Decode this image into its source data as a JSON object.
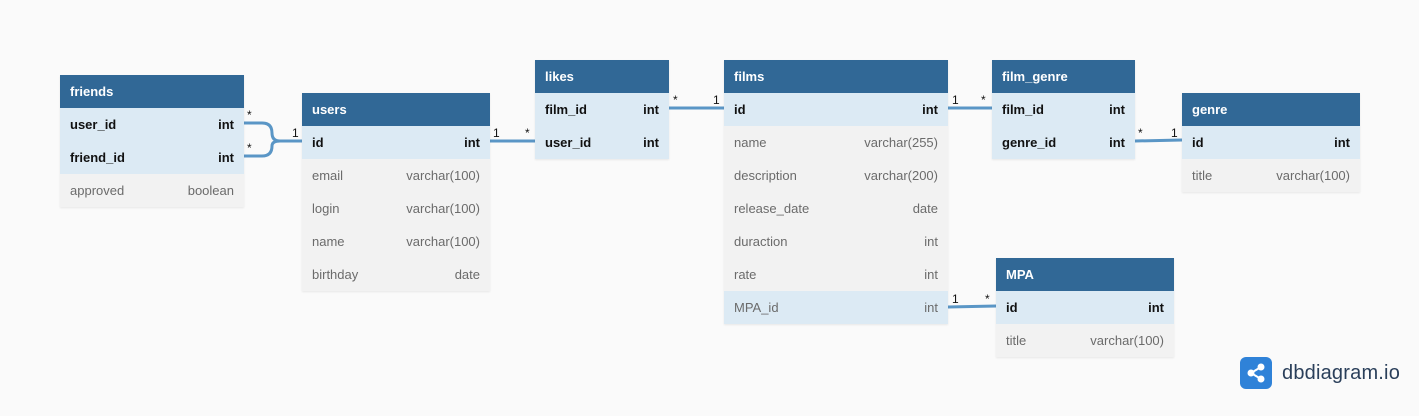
{
  "colors": {
    "header": "#316896",
    "key_row": "#dceaf4",
    "row": "#f2f2f2",
    "line": "#5a96c6",
    "brand": "#2f82d8"
  },
  "tables": {
    "friends": {
      "title": "friends",
      "fields": [
        {
          "name": "user_id",
          "type": "int"
        },
        {
          "name": "friend_id",
          "type": "int"
        },
        {
          "name": "approved",
          "type": "boolean"
        }
      ]
    },
    "users": {
      "title": "users",
      "fields": [
        {
          "name": "id",
          "type": "int"
        },
        {
          "name": "email",
          "type": "varchar(100)"
        },
        {
          "name": "login",
          "type": "varchar(100)"
        },
        {
          "name": "name",
          "type": "varchar(100)"
        },
        {
          "name": "birthday",
          "type": "date"
        }
      ]
    },
    "likes": {
      "title": "likes",
      "fields": [
        {
          "name": "film_id",
          "type": "int"
        },
        {
          "name": "user_id",
          "type": "int"
        }
      ]
    },
    "films": {
      "title": "films",
      "fields": [
        {
          "name": "id",
          "type": "int"
        },
        {
          "name": "name",
          "type": "varchar(255)"
        },
        {
          "name": "description",
          "type": "varchar(200)"
        },
        {
          "name": "release_date",
          "type": "date"
        },
        {
          "name": "duraction",
          "type": "int"
        },
        {
          "name": "rate",
          "type": "int"
        },
        {
          "name": "MPA_id",
          "type": "int"
        }
      ]
    },
    "film_genre": {
      "title": "film_genre",
      "fields": [
        {
          "name": "film_id",
          "type": "int"
        },
        {
          "name": "genre_id",
          "type": "int"
        }
      ]
    },
    "genre": {
      "title": "genre",
      "fields": [
        {
          "name": "id",
          "type": "int"
        },
        {
          "name": "title",
          "type": "varchar(100)"
        }
      ]
    },
    "mpa": {
      "title": "MPA",
      "fields": [
        {
          "name": "id",
          "type": "int"
        },
        {
          "name": "title",
          "type": "varchar(100)"
        }
      ]
    }
  },
  "relations": [
    {
      "from": "friends.user_id",
      "to": "users.id",
      "from_card": "*",
      "to_card": "1"
    },
    {
      "from": "friends.friend_id",
      "to": "users.id",
      "from_card": "*",
      "to_card": "1"
    },
    {
      "from": "users.id",
      "to": "likes.user_id",
      "from_card": "1",
      "to_card": "*"
    },
    {
      "from": "likes.film_id",
      "to": "films.id",
      "from_card": "*",
      "to_card": "1"
    },
    {
      "from": "films.id",
      "to": "film_genre.film_id",
      "from_card": "1",
      "to_card": "*"
    },
    {
      "from": "film_genre.genre_id",
      "to": "genre.id",
      "from_card": "*",
      "to_card": "1"
    },
    {
      "from": "films.MPA_id",
      "to": "mpa.id",
      "from_card": "1",
      "to_card": "*"
    }
  ],
  "branding": {
    "logo_text": "dbdiagram.io",
    "logo_icon": "share-nodes-icon"
  }
}
